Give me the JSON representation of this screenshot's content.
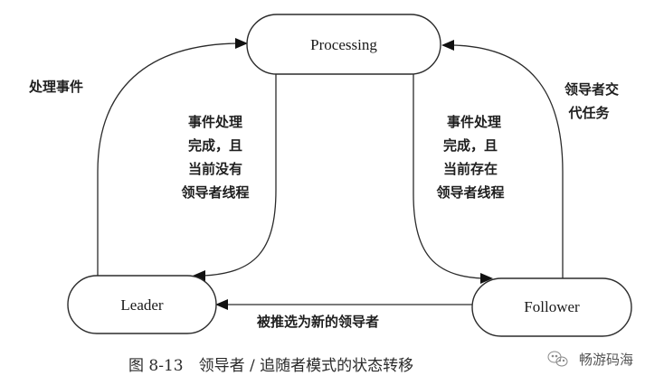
{
  "nodes": {
    "processing": "Processing",
    "leader": "Leader",
    "follower": "Follower"
  },
  "edges": {
    "leader_to_processing": "处理事件",
    "processing_to_leader": [
      "事件处理",
      "完成，且",
      "当前没有",
      "领导者线程"
    ],
    "processing_to_follower": [
      "事件处理",
      "完成，且",
      "当前存在",
      "领导者线程"
    ],
    "follower_to_processing": [
      "领导者交",
      "代任务"
    ],
    "follower_to_leader": "被推选为新的领导者"
  },
  "caption": "图 8-13　领导者 / 追随者模式的状态转移",
  "watermark": {
    "icon": "wechat-icon",
    "text": "畅游码海"
  }
}
